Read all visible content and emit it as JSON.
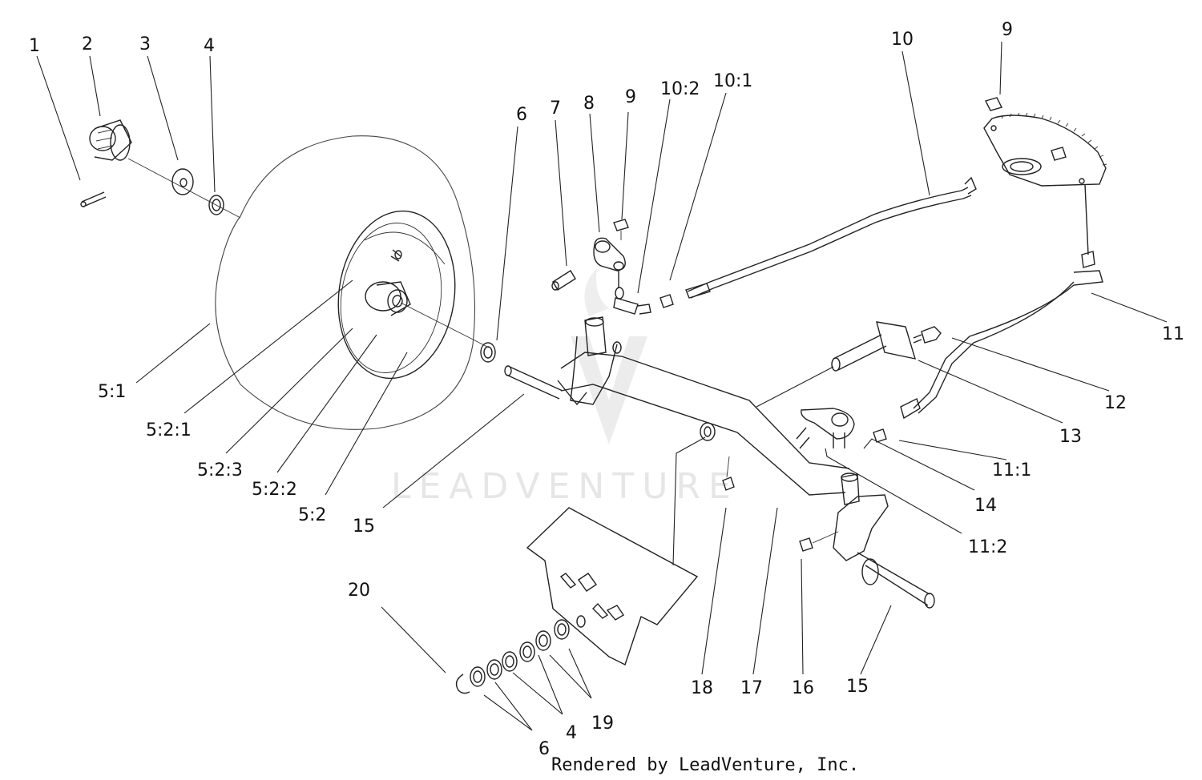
{
  "labels": {
    "l1": "1",
    "l2": "2",
    "l3": "3",
    "l4a": "4",
    "l5_1": "5:1",
    "l5_2_1": "5:2:1",
    "l5_2_3": "5:2:3",
    "l5_2_2": "5:2:2",
    "l5_2": "5:2",
    "l6a": "6",
    "l7": "7",
    "l8": "8",
    "l9a": "9",
    "l10_2": "10:2",
    "l10_1": "10:1",
    "l10": "10",
    "l9b": "9",
    "l11": "11",
    "l12": "12",
    "l13": "13",
    "l11_1": "11:1",
    "l14": "14",
    "l11_2": "11:2",
    "l15a": "15",
    "l20": "20",
    "l19": "19",
    "l4b": "4",
    "l6b": "6",
    "l18": "18",
    "l17": "17",
    "l16": "16",
    "l15b": "15"
  },
  "watermark": "LEADVENTURE",
  "credit": "Rendered by LeadVenture, Inc."
}
